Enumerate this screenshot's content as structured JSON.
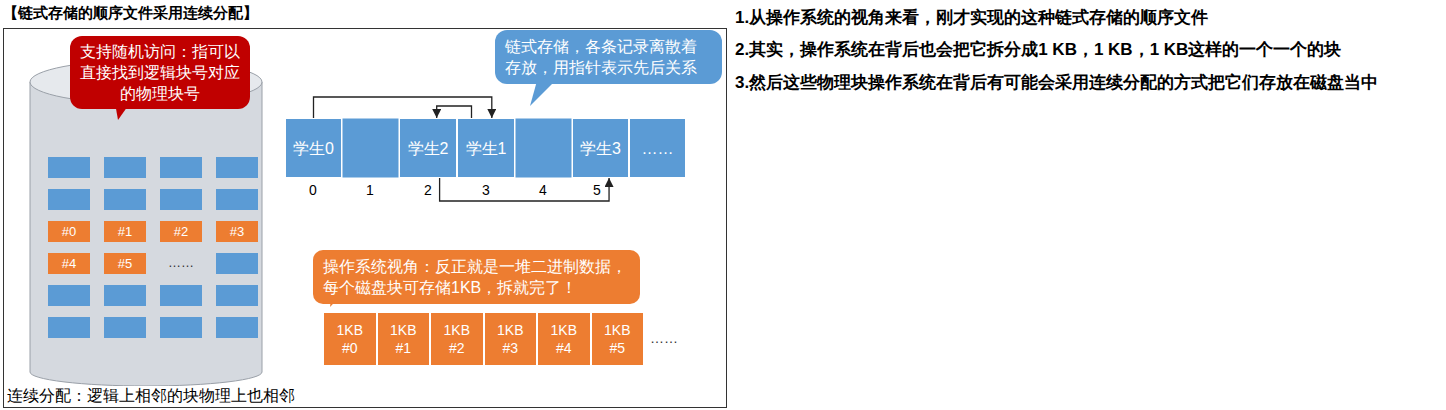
{
  "diagram": {
    "title": "【链式存储的顺序文件采用连续分配】",
    "caption": "连续分配：逻辑上相邻的块物理上也相邻",
    "nodes": [
      {
        "text": [
          "支持随机访问：指可以直接找到逻辑块号对应的物理块号"
        ]
      },
      {
        "text": [
          "链式存储，各条记录离散着存放，用指针表示先后关系"
        ]
      },
      {
        "text": [
          "#0"
        ]
      },
      {
        "text": [
          "#1"
        ]
      },
      {
        "text": [
          "#2"
        ]
      },
      {
        "text": [
          "#3"
        ]
      },
      {
        "text": [
          "#4"
        ]
      },
      {
        "text": [
          "#5"
        ]
      },
      {
        "text": [
          "学生0"
        ]
      },
      {
        "text": [
          "学生2"
        ]
      },
      {
        "text": [
          "学生1"
        ]
      },
      {
        "text": [
          "学生3"
        ]
      },
      {
        "text": [
          "……"
        ]
      },
      {
        "text": [
          "操作系统视角：反正就是一堆二进制数据，每个磁盘块可存储1KB，拆就完了！"
        ]
      },
      {
        "text": [
          "1KB",
          "#0"
        ]
      },
      {
        "text": [
          "1KB",
          "#1"
        ]
      },
      {
        "text": [
          "1KB",
          "#2"
        ]
      },
      {
        "text": [
          "1KB",
          "#3"
        ]
      },
      {
        "text": [
          "1KB",
          "#4"
        ]
      },
      {
        "text": [
          "1KB",
          "#5"
        ]
      }
    ],
    "edges": [
      {
        "from": 8,
        "to": 10,
        "arrow": "to"
      },
      {
        "from": 10,
        "to": 9,
        "arrow": "to"
      },
      {
        "from": 9,
        "to": 11,
        "arrow": "to"
      }
    ],
    "labels": [
      "1.从操作系统的视角来看，刚才实现的这种链式存储的顺序文件",
      "2.其实，操作系统在背后也会把它拆分成1 KB，1 KB，1 KB这样的一个一个的块",
      "3.然后这些物理块操作系统在背后有可能会采用连续分配的方式把它们存放在磁盘当中",
      "……",
      "0",
      "1",
      "2",
      "3",
      "4",
      "5",
      "……"
    ]
  }
}
